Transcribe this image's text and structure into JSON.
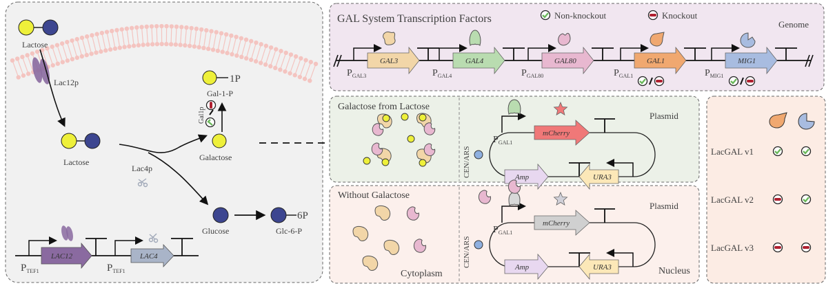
{
  "left_panel": {
    "lactose_top": "Lactose",
    "transporter": "Lac12p",
    "lactose_inside": "Lactose",
    "enzyme_lac4p": "Lac4p",
    "galactose": "Galactose",
    "glucose": "Glucose",
    "gal1p_label": "Gal1p",
    "gal1p_product": "Gal-1-P",
    "gal1p_phosphate": "1P",
    "glc6p_product": "Glc-6-P",
    "glc6p_phosphate": "6P",
    "cassette": {
      "promoter1": "P",
      "promoter1_sub": "TEF1",
      "gene1": "LAC12",
      "promoter2": "P",
      "promoter2_sub": "TEF1",
      "gene2": "LAC4"
    }
  },
  "genome_panel": {
    "title": "GAL System Transcription Factors",
    "legend_nonknockout": "Non-knockout",
    "legend_knockout": "Knockout",
    "location": "Genome",
    "genes": [
      {
        "promoter": "P",
        "promoter_sub": "GAL3",
        "gene": "GAL3"
      },
      {
        "promoter": "P",
        "promoter_sub": "GAL4",
        "gene": "GAL4"
      },
      {
        "promoter": "P",
        "promoter_sub": "GAL80",
        "gene": "GAL80"
      },
      {
        "promoter": "P",
        "promoter_sub": "GAL1",
        "gene": "GAL1"
      },
      {
        "promoter": "P",
        "promoter_sub": "MIG1",
        "gene": "MIG1"
      }
    ]
  },
  "with_galactose": {
    "title": "Galactose from Lactose",
    "plasmid_label": "Plasmid",
    "origin": "CEN/ARS",
    "promoter": "P",
    "promoter_sub": "GAL1",
    "reporter": "mCherry",
    "marker1": "Amp",
    "marker2": "URA3"
  },
  "without_galactose": {
    "title": "Without Galactose",
    "cytoplasm": "Cytoplasm",
    "plasmid_label": "Plasmid",
    "nucleus": "Nucleus",
    "origin": "CEN/ARS",
    "promoter": "P",
    "promoter_sub": "GAL1",
    "reporter": "mCherry",
    "marker1": "Amp",
    "marker2": "URA3"
  },
  "strains_table": {
    "rows": [
      {
        "name": "LacGAL  v1",
        "gal1": "non-knockout",
        "mig1": "non-knockout"
      },
      {
        "name": "LacGAL  v2",
        "gal1": "knockout",
        "mig1": "non-knockout"
      },
      {
        "name": "LacGAL  v3",
        "gal1": "knockout",
        "mig1": "knockout"
      }
    ]
  },
  "colors": {
    "galactose": "#eef03a",
    "glucose": "#3d4690",
    "lac12": "#8a6aa0",
    "lac4": "#a9b4c8",
    "gal3": "#f2d6a8",
    "gal4": "#b9dcb0",
    "gal80": "#e8b8d0",
    "gal1": "#f0a870",
    "mig1": "#a8bce0",
    "mcherry_on": "#f07878",
    "mcherry_off": "#d0d0d0",
    "amp": "#e8d8f0",
    "ura3": "#fce8b8",
    "check": "#7ac070",
    "knockout": "#b02030"
  }
}
